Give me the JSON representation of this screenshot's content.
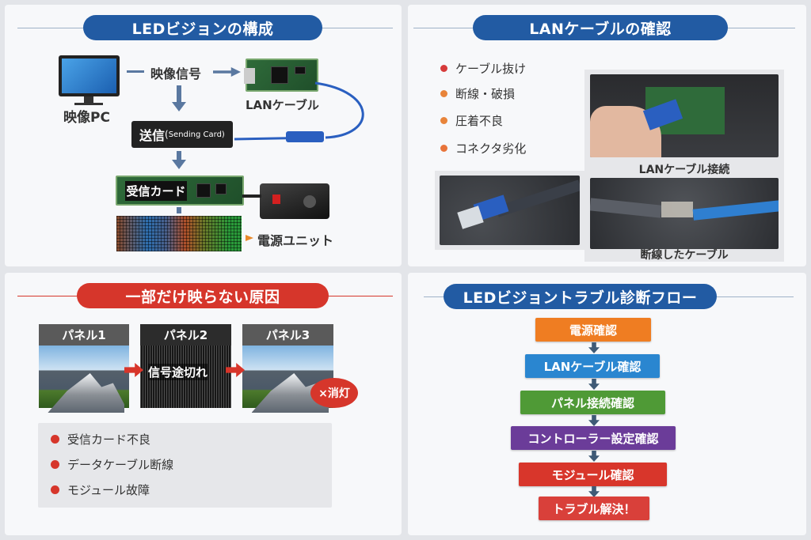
{
  "panels": {
    "composition": {
      "title": "LEDビジョンの構成",
      "pc_label": "映像PC",
      "signal_label": "映像信号",
      "lan_label": "LANケーブル",
      "sending_card_jp": "送信",
      "sending_card_en": "Sending Card)",
      "receiving_card": "受信カード",
      "power_unit": "電源ユニット"
    },
    "lan_check": {
      "title": "LANケーブルの確認",
      "items": [
        {
          "text": "ケーブル抜け",
          "color": "#d63a3a"
        },
        {
          "text": "断線・破損",
          "color": "#e8843a"
        },
        {
          "text": "圧着不良",
          "color": "#e8843a"
        },
        {
          "text": "コネクタ劣化",
          "color": "#e8743a"
        }
      ],
      "photo_captions": [
        "LANケーブル接続",
        "断線したケーブル"
      ]
    },
    "partial_display": {
      "title": "一部だけ映らない原因",
      "panels": [
        "パネル1",
        "パネル2",
        "パネル3"
      ],
      "signal_cut": "信号途切れ",
      "off_badge": "×消灯",
      "causes": [
        "受信カード不良",
        "データケーブル断線",
        "モジュール故障"
      ],
      "accent": "#d6362b"
    },
    "flow": {
      "title": "LEDビジョントラブル診断フロー",
      "steps": [
        {
          "label": "電源確認",
          "color": "#ef7d22"
        },
        {
          "label": "LANケーブル確認",
          "color": "#2a86d0"
        },
        {
          "label": "パネル接続確認",
          "color": "#4f9a36"
        },
        {
          "label": "コントローラー設定確認",
          "color": "#6b3c99"
        },
        {
          "label": "モジュール確認",
          "color": "#d8362b"
        },
        {
          "label": "トラブル解決！",
          "color": "#d9403a"
        }
      ]
    }
  }
}
